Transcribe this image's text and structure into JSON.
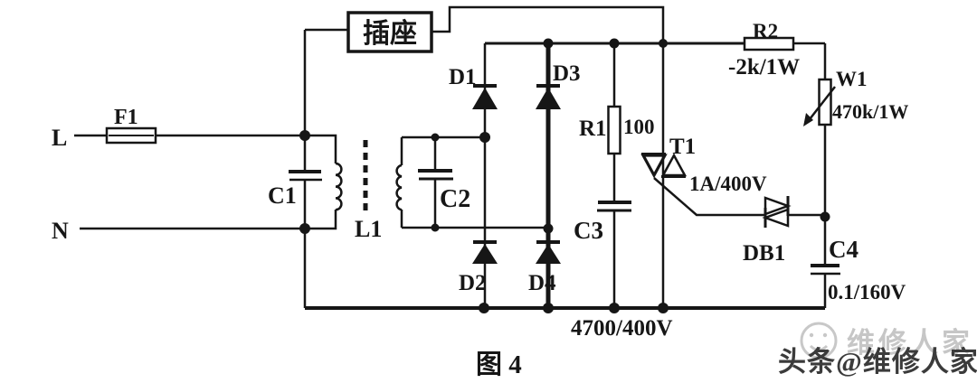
{
  "figure": {
    "caption": "图 4"
  },
  "power_input": {
    "live_label": "L",
    "neutral_label": "N"
  },
  "components": {
    "f1": {
      "ref": "F1"
    },
    "c1": {
      "ref": "C1"
    },
    "l1": {
      "ref": "L1"
    },
    "c2": {
      "ref": "C2"
    },
    "socket": {
      "ref": "插座"
    },
    "d1": {
      "ref": "D1"
    },
    "d2": {
      "ref": "D2"
    },
    "d3": {
      "ref": "D3"
    },
    "d4": {
      "ref": "D4"
    },
    "r1": {
      "ref": "R1",
      "value": "100"
    },
    "c3": {
      "ref": "C3",
      "value": "4700/400V"
    },
    "t1": {
      "ref": "T1",
      "value": "1A/400V"
    },
    "r2": {
      "ref": "R2",
      "value": "-2k/1W"
    },
    "w1": {
      "ref": "W1",
      "value": "470k/1W"
    },
    "db1": {
      "ref": "DB1"
    },
    "c4": {
      "ref": "C4",
      "value": "0.1/160V"
    }
  },
  "watermark": {
    "byline": "头条@维修人家",
    "logo_text": "维修人家"
  },
  "colors": {
    "ink": "#161616",
    "paper": "#ffffff",
    "watermark_gray": "#c6c6c6",
    "byline_gray": "#3b3b3b"
  }
}
